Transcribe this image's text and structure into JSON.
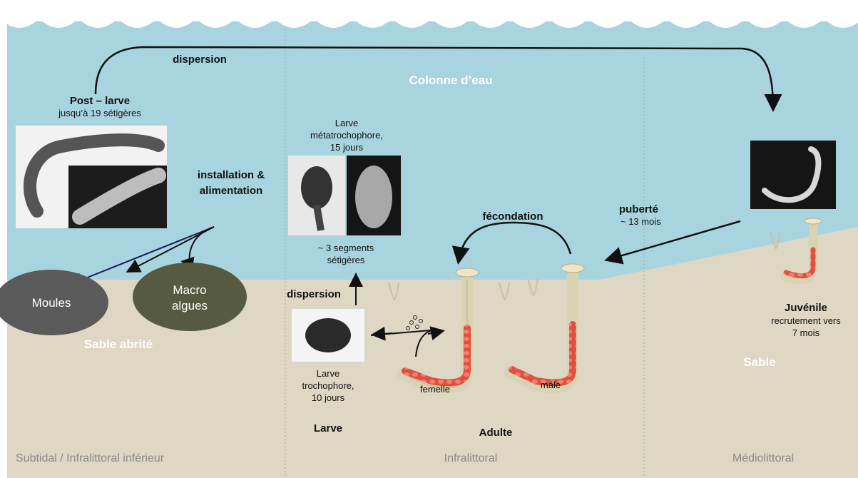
{
  "colors": {
    "water": "#a8d4df",
    "sand": "#ddd7c3",
    "wave": "#ffffff",
    "moules": "#5a5a5a",
    "algues": "#555a40",
    "worm_tube": "#d8d3b3",
    "worm_body": "#e05a4a"
  },
  "zones": {
    "water_column": "Colonne d’eau",
    "sable_abrite": "Sable abrité",
    "sable": "Sable",
    "subtidal": "Subtidal / Infralittoral inférieur",
    "infralittoral": "Infralittoral",
    "mediolittoral": "Médiolittoral"
  },
  "arrows": {
    "dispersion_top": "dispersion",
    "dispersion_mid": "dispersion",
    "installation": "installation &\nalimentation",
    "fecondation": "fécondation",
    "puberte_title": "puberté",
    "puberte_sub": "~ 13 mois"
  },
  "stages": {
    "postlarve_title": "Post – larve",
    "postlarve_sub": "jusqu’à 19 sétigères",
    "metatroch": "Larve\nmétatrochophore,\n15 jours",
    "segments": "~ 3 segments\nsétigères",
    "trochophore": "Larve\ntrochophore,\n10 jours",
    "larve": "Larve",
    "adulte": "Adulte",
    "femelle": "femelle",
    "male": "mâle",
    "juvenile_title": "Juvénile",
    "juvenile_sub": "recrutement vers\n7 mois"
  },
  "habitats": {
    "moules": "Moules",
    "macroalgues": "Macro\nalgues"
  },
  "icons": [
    "wave-crest-icon",
    "arrow-icon",
    "larva-photo-icon",
    "worm-burrow-icon",
    "egg-icon"
  ]
}
